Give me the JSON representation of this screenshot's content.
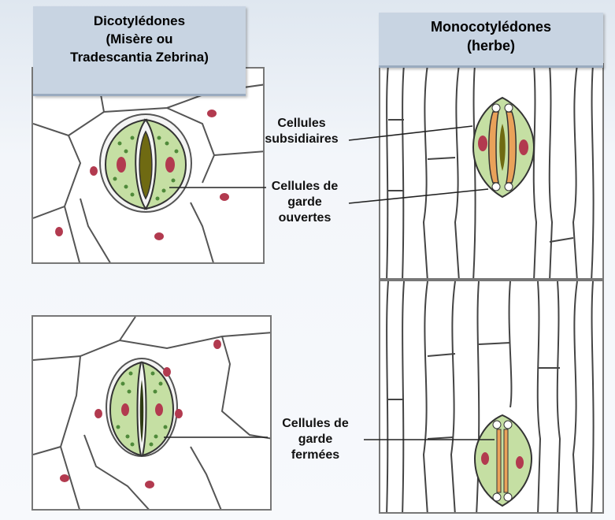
{
  "headers": {
    "dicot": {
      "line1": "Dicotylédones",
      "line2": "(Misère ou",
      "line3": "Tradescantia Zebrina)"
    },
    "monocot": {
      "line1": "Monocotylédones",
      "line2": "(herbe)"
    }
  },
  "labels": {
    "subsidiary": {
      "line1": "Cellules",
      "line2": "subsidiaires"
    },
    "open": {
      "line1": "Cellules de",
      "line2": "garde",
      "line3": "ouvertes"
    },
    "closed": {
      "line1": "Cellules de",
      "line2": "garde",
      "line3": "fermées"
    }
  },
  "colors": {
    "guard_cell": "#c5dfa3",
    "pore": "#6f6a12",
    "nucleus": "#b23a4f",
    "subsidiary_fill": "#e9a25a",
    "header_bg": "#c8d4e2"
  }
}
